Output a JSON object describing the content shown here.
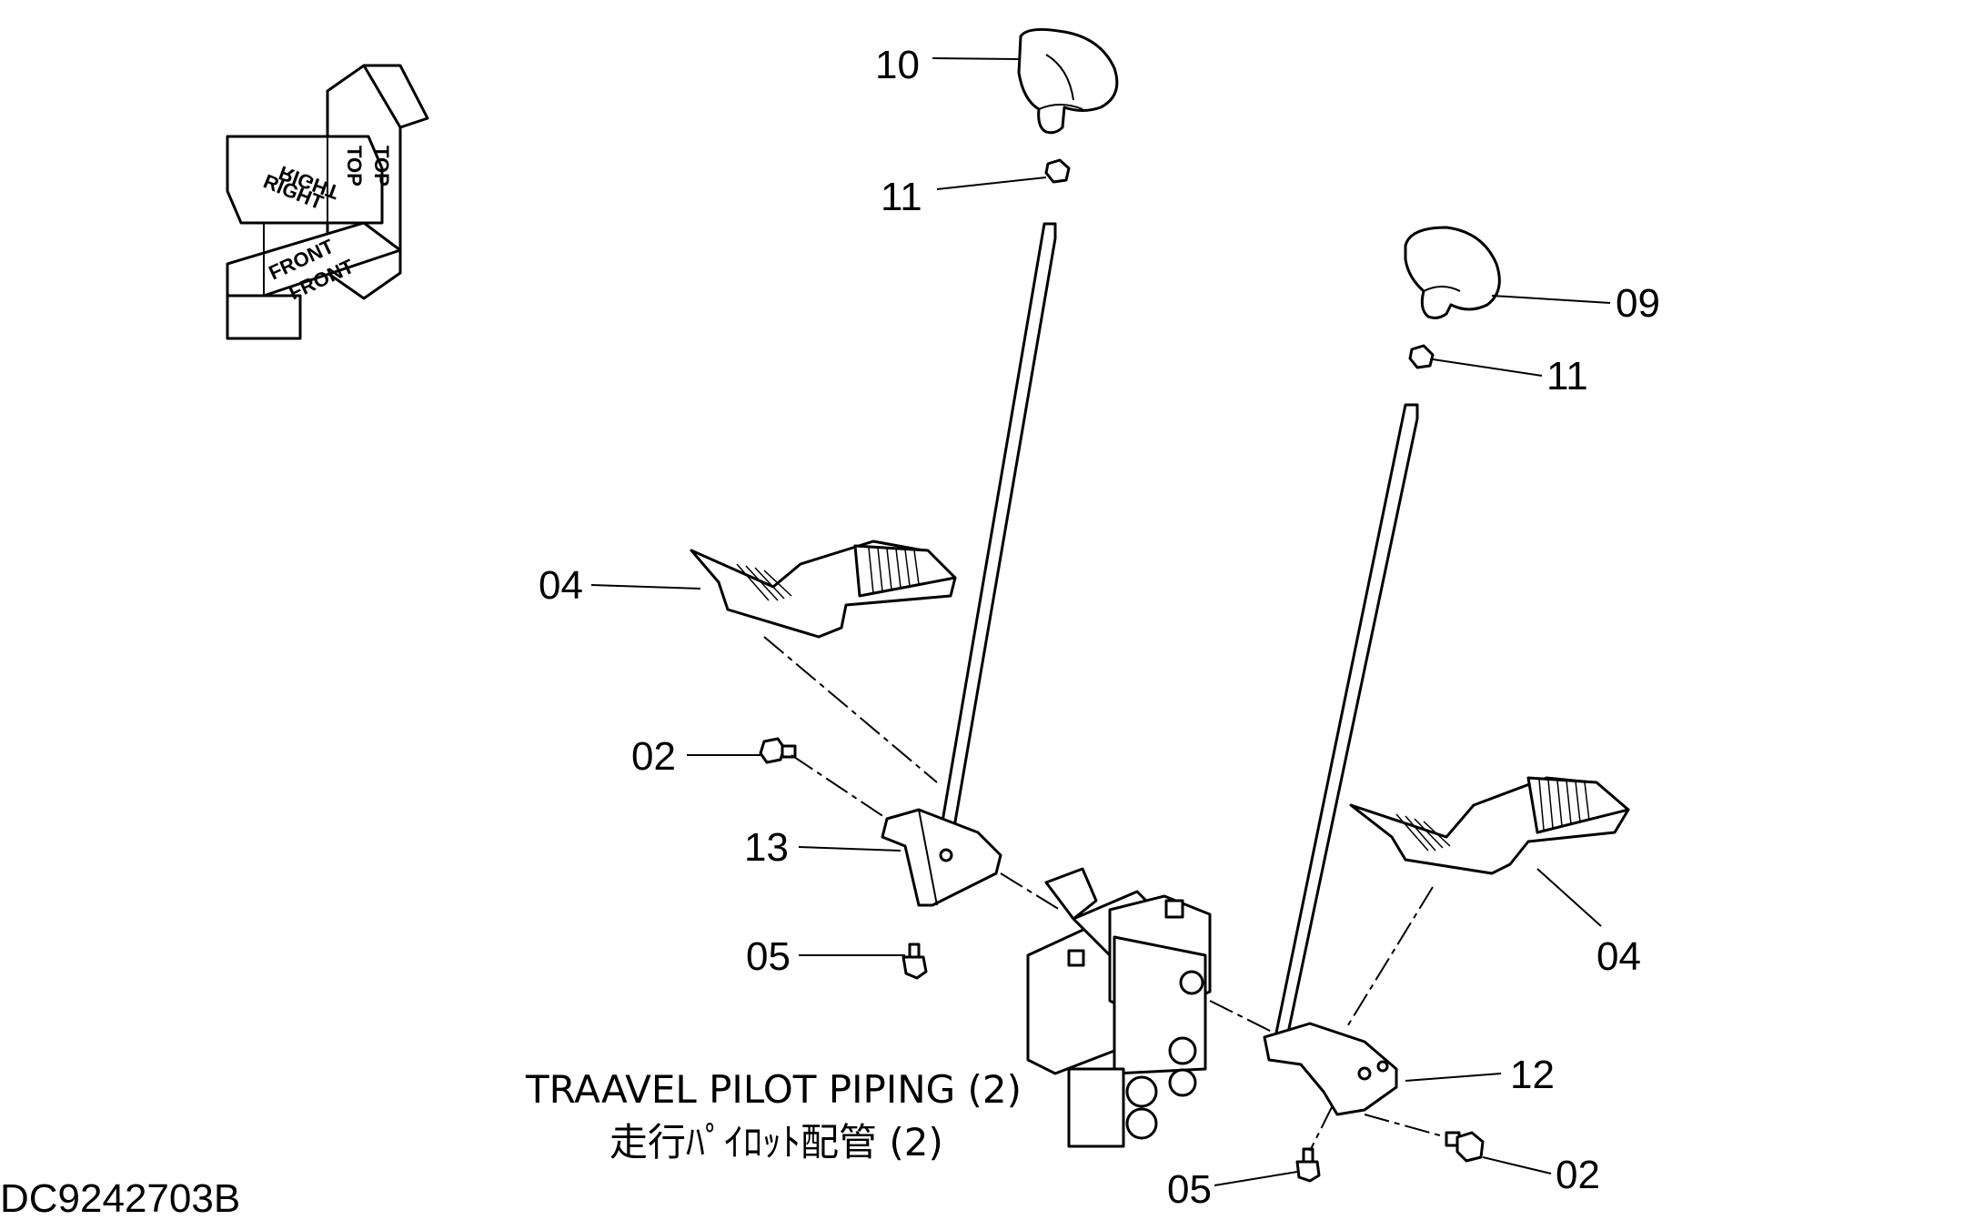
{
  "drawing_id": "DC9242703B",
  "caption": {
    "line1": "TRAAVEL PILOT PIPING (2)",
    "line2": "走行ﾊﾟｲﾛｯﾄ配管 (2)"
  },
  "orientation_cube": {
    "top_label": "TOP",
    "top_label_mirrored": "TOP",
    "right_label": "RIGHT",
    "right_label_mirrored": "RIGHT",
    "front_label": "FRONT",
    "front_label_mirrored": "FRONT"
  },
  "callouts": {
    "c10": "10",
    "c11a": "11",
    "c09": "09",
    "c11b": "11",
    "c04a": "04",
    "c02a": "02",
    "c13": "13",
    "c05a": "05",
    "c04b": "04",
    "c12": "12",
    "c05b": "05",
    "c02b": "02"
  },
  "colors": {
    "ink": "#000000",
    "paper": "#ffffff"
  }
}
